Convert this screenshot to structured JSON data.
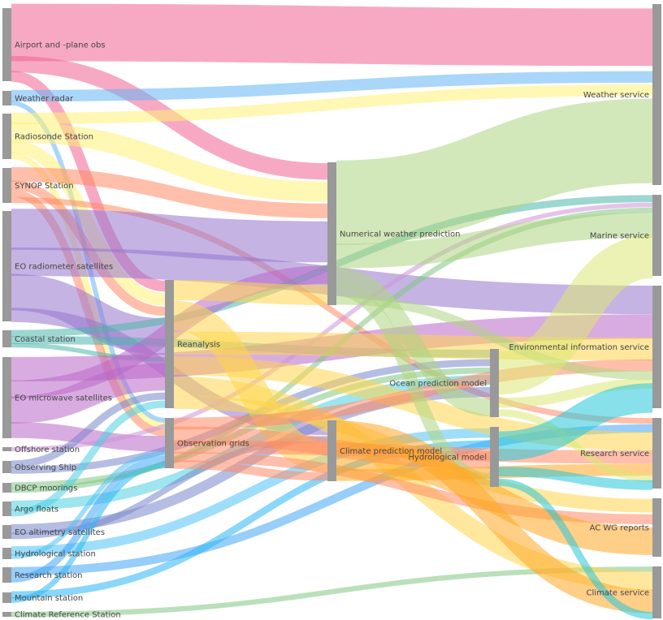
{
  "nodes": [
    {
      "id": "airport",
      "label": "Airport and -plane obs",
      "column": 0,
      "color": "#f06292"
    },
    {
      "id": "radar",
      "label": "Weather radar",
      "column": 0,
      "color": "#64b5f6"
    },
    {
      "id": "radiosonde",
      "label": "Radiosonde Station",
      "column": 0,
      "color": "#fff176"
    },
    {
      "id": "synop",
      "label": "SYNOP Station",
      "column": 0,
      "color": "#ff8a65"
    },
    {
      "id": "eorad",
      "label": "EO radiometer satellites",
      "column": 0,
      "color": "#9575cd"
    },
    {
      "id": "coastal",
      "label": "Coastal station",
      "column": 0,
      "color": "#4db6ac"
    },
    {
      "id": "eomw",
      "label": "EO microwave satellites",
      "column": 0,
      "color": "#ba68c8"
    },
    {
      "id": "offshore",
      "label": "Offshore station",
      "column": 0,
      "color": "#ce93d8"
    },
    {
      "id": "ship",
      "label": "Observing Ship",
      "column": 0,
      "color": "#7986cb"
    },
    {
      "id": "dbcp",
      "label": "DBCP moorings",
      "column": 0,
      "color": "#81c784"
    },
    {
      "id": "argo",
      "label": "Argo floats",
      "column": 0,
      "color": "#4dd0e1"
    },
    {
      "id": "eoalt",
      "label": "EO altimetry satellites",
      "column": 0,
      "color": "#7986cb"
    },
    {
      "id": "hydst",
      "label": "Hydrological station",
      "column": 0,
      "color": "#4fc3f7"
    },
    {
      "id": "resst",
      "label": "Research station",
      "column": 0,
      "color": "#42a5f5"
    },
    {
      "id": "mount",
      "label": "Mountain station",
      "column": 0,
      "color": "#29b6f6"
    },
    {
      "id": "cref",
      "label": "Climate Reference Station",
      "column": 0,
      "color": "#81c784"
    },
    {
      "id": "rean",
      "label": "Reanalysis",
      "column": 1,
      "color": "#ffd54f"
    },
    {
      "id": "grids",
      "label": "Observation grids",
      "column": 1,
      "color": "#ff8a65"
    },
    {
      "id": "nwp",
      "label": "Numerical weather prediction",
      "column": 2,
      "color": "#aed581"
    },
    {
      "id": "cpm",
      "label": "Climate prediction model",
      "column": 2,
      "color": "#ffa726"
    },
    {
      "id": "opm",
      "label": "Ocean prediction model",
      "column": 3,
      "color": "#dce775"
    },
    {
      "id": "hm",
      "label": "Hydrological model",
      "column": 3,
      "color": "#26c6da"
    },
    {
      "id": "ws",
      "label": "Weather service",
      "column": 4,
      "color": "#aaaaaa"
    },
    {
      "id": "ms",
      "label": "Marine service",
      "column": 4,
      "color": "#aaaaaa"
    },
    {
      "id": "eis",
      "label": "Environmental information service",
      "column": 4,
      "color": "#aaaaaa"
    },
    {
      "id": "rs",
      "label": "Research service",
      "column": 4,
      "color": "#aaaaaa"
    },
    {
      "id": "acwg",
      "label": "AC WG reports",
      "column": 4,
      "color": "#aaaaaa"
    },
    {
      "id": "cs",
      "label": "Climate service",
      "column": 4,
      "color": "#aaaaaa"
    }
  ],
  "links": [
    [
      "airport",
      "ws",
      60
    ],
    [
      "airport",
      "nwp",
      18
    ],
    [
      "airport",
      "rean",
      12
    ],
    [
      "radar",
      "ws",
      12
    ],
    [
      "radar",
      "grids",
      6
    ],
    [
      "radiosonde",
      "ws",
      12
    ],
    [
      "radiosonde",
      "nwp",
      22
    ],
    [
      "radiosonde",
      "rean",
      14
    ],
    [
      "radiosonde",
      "grids",
      8
    ],
    [
      "synop",
      "nwp",
      16
    ],
    [
      "synop",
      "rean",
      10
    ],
    [
      "synop",
      "grids",
      10
    ],
    [
      "synop",
      "rs",
      7
    ],
    [
      "eorad",
      "nwp",
      45
    ],
    [
      "eorad",
      "eis",
      35
    ],
    [
      "eorad",
      "rean",
      40
    ],
    [
      "eorad",
      "cpm",
      16
    ],
    [
      "coastal",
      "ms",
      8
    ],
    [
      "coastal",
      "opm",
      8
    ],
    [
      "coastal",
      "rean",
      5
    ],
    [
      "eomw",
      "eis",
      30
    ],
    [
      "eomw",
      "nwp",
      20
    ],
    [
      "eomw",
      "rean",
      30
    ],
    [
      "eomw",
      "grids",
      20
    ],
    [
      "offshore",
      "ms",
      5
    ],
    [
      "ship",
      "rean",
      8
    ],
    [
      "ship",
      "opm",
      7
    ],
    [
      "dbcp",
      "opm",
      6
    ],
    [
      "dbcp",
      "ms",
      6
    ],
    [
      "argo",
      "opm",
      10
    ],
    [
      "argo",
      "rean",
      8
    ],
    [
      "eoalt",
      "opm",
      10
    ],
    [
      "eoalt",
      "cpm",
      7
    ],
    [
      "hydst",
      "hm",
      8
    ],
    [
      "hydst",
      "grids",
      6
    ],
    [
      "resst",
      "rs",
      10
    ],
    [
      "resst",
      "grids",
      9
    ],
    [
      "mount",
      "hm",
      6
    ],
    [
      "mount",
      "grids",
      7
    ],
    [
      "cref",
      "cs",
      6
    ],
    [
      "rean",
      "nwp",
      20
    ],
    [
      "rean",
      "cpm",
      30
    ],
    [
      "rean",
      "eis",
      25
    ],
    [
      "rean",
      "rs",
      20
    ],
    [
      "rean",
      "cs",
      20
    ],
    [
      "rean",
      "acwg",
      12
    ],
    [
      "grids",
      "eis",
      15
    ],
    [
      "grids",
      "hm",
      15
    ],
    [
      "grids",
      "rs",
      16
    ],
    [
      "grids",
      "acwg",
      10
    ],
    [
      "grids",
      "cpm",
      10
    ],
    [
      "nwp",
      "ws",
      80
    ],
    [
      "nwp",
      "ms",
      25
    ],
    [
      "nwp",
      "opm",
      16
    ],
    [
      "nwp",
      "hm",
      10
    ],
    [
      "nwp",
      "eis",
      10
    ],
    [
      "cpm",
      "cs",
      25
    ],
    [
      "cpm",
      "acwg",
      25
    ],
    [
      "cpm",
      "rs",
      13
    ],
    [
      "opm",
      "ms",
      40
    ],
    [
      "opm",
      "eis",
      10
    ],
    [
      "opm",
      "rs",
      7
    ],
    [
      "hm",
      "eis",
      25
    ],
    [
      "hm",
      "rs",
      8
    ],
    [
      "hm",
      "cs",
      6
    ]
  ],
  "node_color": "#999999"
}
